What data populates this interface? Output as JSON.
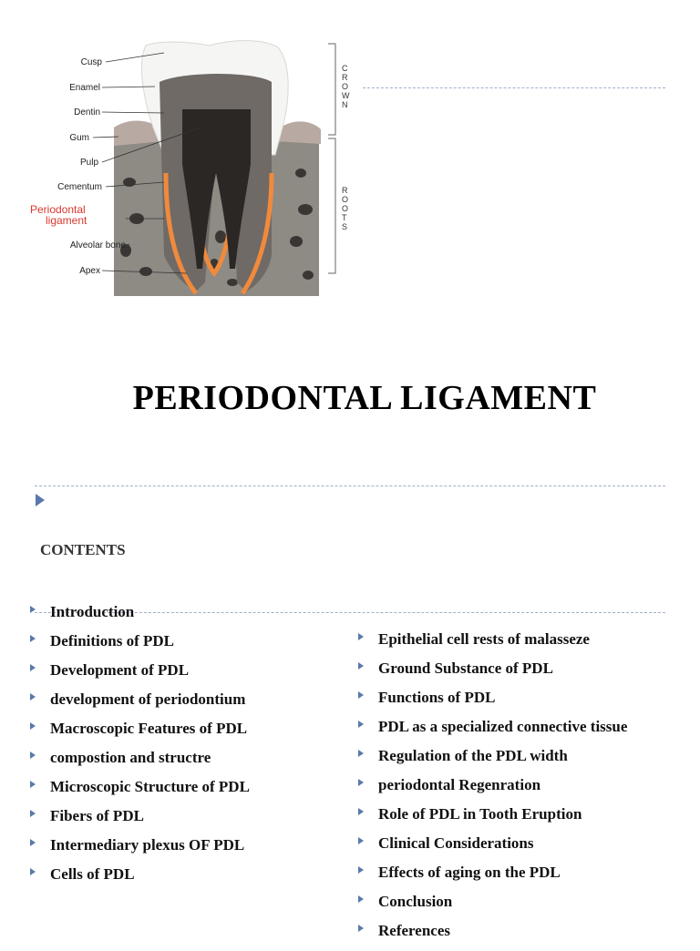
{
  "slide1": {
    "title": "PERIODONTAL LIGAMENT",
    "figure": {
      "labels": {
        "cusp": "Cusp",
        "enamel": "Enamel",
        "dentin": "Dentin",
        "gum": "Gum",
        "pulp": "Pulp",
        "cementum": "Cementum",
        "pdl_line1": "Periodontal",
        "pdl_line2": "ligament",
        "alveolar_bone": "Alveolar bone",
        "apex": "Apex"
      },
      "regions": {
        "crown": [
          "C",
          "R",
          "O",
          "W",
          "N"
        ],
        "roots": [
          "R",
          "O",
          "O",
          "T",
          "S"
        ]
      },
      "colors": {
        "highlight": "#d9382f",
        "cementum": "#f08a3c"
      }
    }
  },
  "slide2": {
    "heading": "CONTENTS",
    "bullet_color": "#5a79ab",
    "left_items": [
      "Introduction",
      "Definitions of PDL",
      "Development of PDL",
      "development of periodontium",
      "Macroscopic Features of PDL",
      "compostion and structre",
      "Microscopic Structure of PDL",
      "Fibers of PDL",
      "Intermediary plexus OF PDL",
      "Cells of PDL"
    ],
    "right_items": [
      "Epithelial cell rests of malasseze",
      "Ground Substance of PDL",
      "Functions of PDL",
      "PDL as a specialized connective tissue",
      "Regulation of the PDL width",
      " periodontal Regenration",
      "Role of PDL in Tooth Eruption",
      "Clinical Considerations",
      "Effects of aging on the PDL",
      "Conclusion",
      "References"
    ]
  }
}
